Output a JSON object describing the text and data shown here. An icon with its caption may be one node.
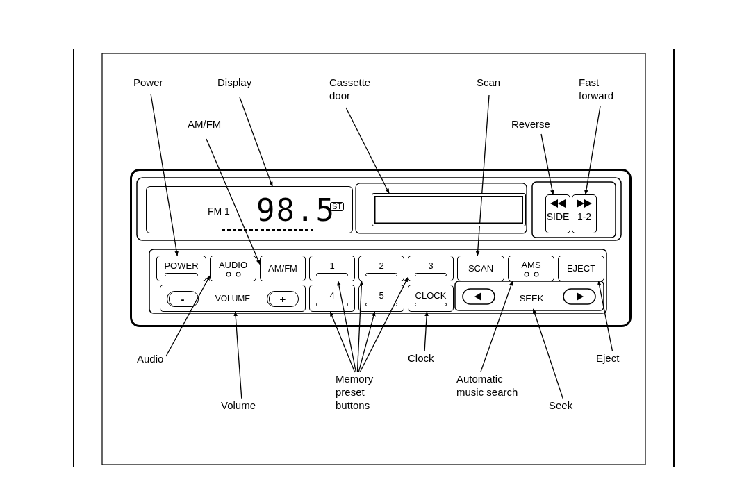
{
  "diagram": {
    "nodes": [
      {
        "text": [],
        "shape": "box"
      },
      {
        "text": [
          "FM 1",
          "98.5",
          "ST"
        ],
        "in": 0
      },
      {
        "text": [],
        "shape": "box",
        "in": 0
      },
      {
        "text": [
          "SIDE"
        ],
        "in": 0
      },
      {
        "text": [
          "1-2"
        ],
        "in": 0
      },
      {
        "text": [
          "POWER"
        ],
        "in": 0
      },
      {
        "text": [
          "AUDIO"
        ],
        "in": 0
      },
      {
        "text": [
          "AM/FM"
        ],
        "in": 0
      },
      {
        "text": [
          "1"
        ],
        "in": 0
      },
      {
        "text": [
          "2"
        ],
        "in": 0
      },
      {
        "text": [
          "3"
        ],
        "in": 0
      },
      {
        "text": [
          "SCAN"
        ],
        "in": 0
      },
      {
        "text": [
          "AMS"
        ],
        "in": 0
      },
      {
        "text": [
          "EJECT"
        ],
        "in": 0
      },
      {
        "text": [
          "VOLUME"
        ],
        "in": 0
      },
      {
        "text": [
          "-"
        ],
        "in": 14
      },
      {
        "text": [
          "+"
        ],
        "in": 14
      },
      {
        "text": [
          "4"
        ],
        "in": 0
      },
      {
        "text": [
          "5"
        ],
        "in": 0
      },
      {
        "text": [
          "CLOCK"
        ],
        "in": 0
      },
      {
        "text": [
          "SEEK"
        ],
        "in": 0
      },
      {
        "text": [
          "Power"
        ]
      },
      {
        "text": [
          "Display"
        ]
      },
      {
        "text": [
          "Cassette door"
        ]
      },
      {
        "text": [
          "Scan"
        ]
      },
      {
        "text": [
          "Fast forward"
        ]
      },
      {
        "text": [
          "AM/FM"
        ]
      },
      {
        "text": [
          "Reverse"
        ]
      },
      {
        "text": [
          "Audio"
        ]
      },
      {
        "text": [
          "Volume"
        ]
      },
      {
        "text": [
          "Memory preset buttons"
        ]
      },
      {
        "text": [
          "Clock"
        ]
      },
      {
        "text": [
          "Automatic music search"
        ]
      },
      {
        "text": [
          "Seek"
        ]
      },
      {
        "text": [
          "Eject"
        ]
      }
    ],
    "edges": [
      {
        "from": 21,
        "to": 5,
        "arrow": "to"
      },
      {
        "from": 22,
        "to": 1,
        "arrow": "to"
      },
      {
        "from": 23,
        "to": 2,
        "arrow": "to"
      },
      {
        "from": 24,
        "to": 11,
        "arrow": "to"
      },
      {
        "from": 25,
        "to": 4,
        "arrow": "to"
      },
      {
        "from": 26,
        "to": 7,
        "arrow": "to"
      },
      {
        "from": 27,
        "to": 3,
        "arrow": "to"
      },
      {
        "from": 28,
        "to": 6,
        "arrow": "to"
      },
      {
        "from": 29,
        "to": 14,
        "arrow": "to"
      },
      {
        "from": 30,
        "to": 8,
        "arrow": "to"
      },
      {
        "from": 30,
        "to": 9,
        "arrow": "to"
      },
      {
        "from": 30,
        "to": 10,
        "arrow": "to"
      },
      {
        "from": 30,
        "to": 17,
        "arrow": "to"
      },
      {
        "from": 30,
        "to": 18,
        "arrow": "to"
      },
      {
        "from": 31,
        "to": 19,
        "arrow": "to"
      },
      {
        "from": 32,
        "to": 12,
        "arrow": "to"
      },
      {
        "from": 33,
        "to": 20,
        "arrow": "to"
      },
      {
        "from": 34,
        "to": 13,
        "arrow": "to"
      }
    ]
  }
}
